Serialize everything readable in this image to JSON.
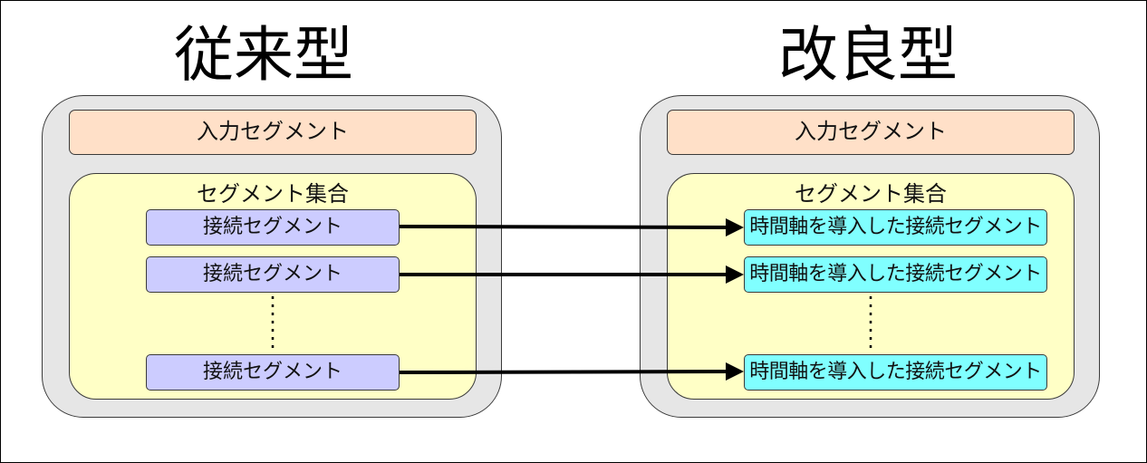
{
  "left_panel": {
    "title": "従来型",
    "input_label": "入力セグメント",
    "set_label": "セグメント集合",
    "segments": [
      "接続セグメント",
      "接続セグメント",
      "接続セグメント"
    ]
  },
  "right_panel": {
    "title": "改良型",
    "input_label": "入力セグメント",
    "set_label": "セグメント集合",
    "segments": [
      "時間軸を導入した接続セグメント",
      "時間軸を導入した接続セグメント",
      "時間軸を導入した接続セグメント"
    ]
  },
  "colors": {
    "outer_box": "#e6e6e6",
    "input_segment": "#ffe0c8",
    "segment_set": "#ffffc6",
    "legacy_segment": "#ccccff",
    "improved_segment": "#80ffff"
  }
}
